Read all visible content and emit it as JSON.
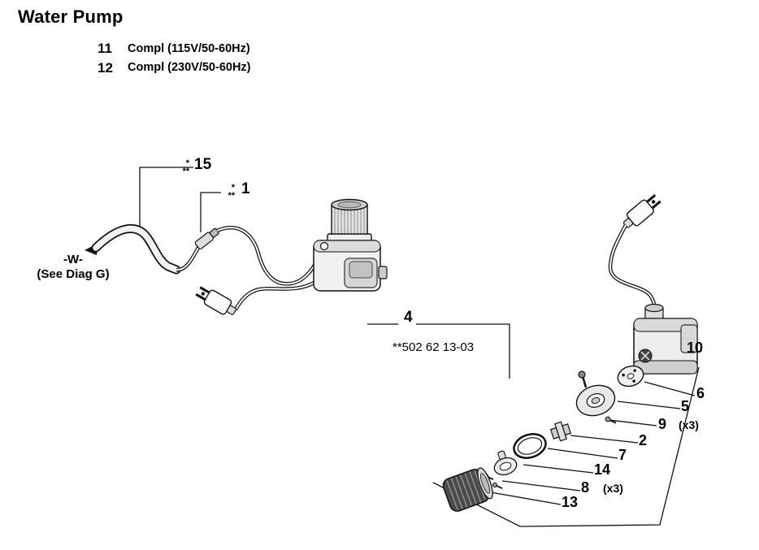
{
  "title": "Water Pump",
  "variants": [
    {
      "num": "11",
      "label": "Compl (115V/50-60Hz)"
    },
    {
      "num": "12",
      "label": "Compl (230V/50-60Hz)"
    }
  ],
  "reference": {
    "code": "-W-",
    "note": "(See Diag G)"
  },
  "assembly_part_number": "**502 62 13-03",
  "callouts": {
    "c15": {
      "num": "15",
      "stars": [
        "*",
        "**"
      ]
    },
    "c1": {
      "num": "1",
      "stars": [
        "*",
        "**"
      ]
    },
    "c4": {
      "num": "4"
    },
    "c10": {
      "num": "10"
    },
    "c6": {
      "num": "6"
    },
    "c5": {
      "num": "5"
    },
    "c9": {
      "num": "9",
      "qty": "(x3)"
    },
    "c2": {
      "num": "2"
    },
    "c7": {
      "num": "7"
    },
    "c14": {
      "num": "14"
    },
    "c8": {
      "num": "8",
      "qty": "(x3)"
    },
    "c13": {
      "num": "13"
    }
  }
}
